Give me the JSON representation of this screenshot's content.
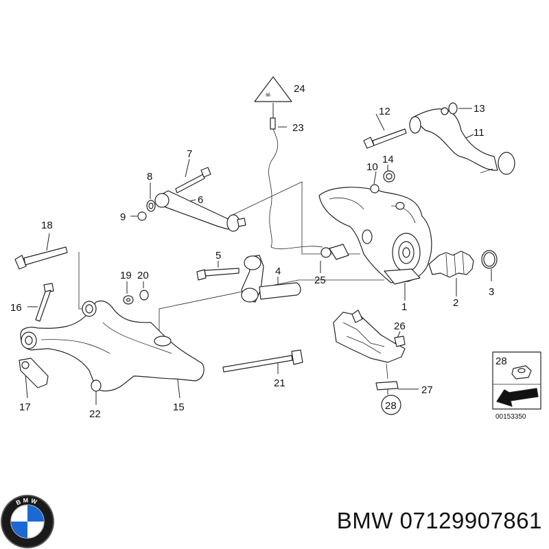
{
  "caption": "BMW 07129907861",
  "diagram_code": "00153350",
  "logo_letters": "BMW",
  "callouts": [
    {
      "id": "p1",
      "label": "1"
    },
    {
      "id": "p2",
      "label": "2"
    },
    {
      "id": "p3",
      "label": "3"
    },
    {
      "id": "p4",
      "label": "4"
    },
    {
      "id": "p5",
      "label": "5"
    },
    {
      "id": "p6",
      "label": "6"
    },
    {
      "id": "p7",
      "label": "7"
    },
    {
      "id": "p8",
      "label": "8"
    },
    {
      "id": "p9",
      "label": "9"
    },
    {
      "id": "p10",
      "label": "10"
    },
    {
      "id": "p11",
      "label": "11"
    },
    {
      "id": "p12",
      "label": "12"
    },
    {
      "id": "p13",
      "label": "13"
    },
    {
      "id": "p14",
      "label": "14"
    },
    {
      "id": "p15",
      "label": "15"
    },
    {
      "id": "p16",
      "label": "16"
    },
    {
      "id": "p17",
      "label": "17"
    },
    {
      "id": "p18",
      "label": "18"
    },
    {
      "id": "p19",
      "label": "19"
    },
    {
      "id": "p20",
      "label": "20"
    },
    {
      "id": "p21",
      "label": "21"
    },
    {
      "id": "p22",
      "label": "22"
    },
    {
      "id": "p23",
      "label": "23"
    },
    {
      "id": "p24",
      "label": "24"
    },
    {
      "id": "p25",
      "label": "25"
    },
    {
      "id": "p26",
      "label": "26"
    },
    {
      "id": "p27",
      "label": "27"
    },
    {
      "id": "p28",
      "label": "28"
    }
  ],
  "inset_label": "28",
  "circled_label": "28"
}
